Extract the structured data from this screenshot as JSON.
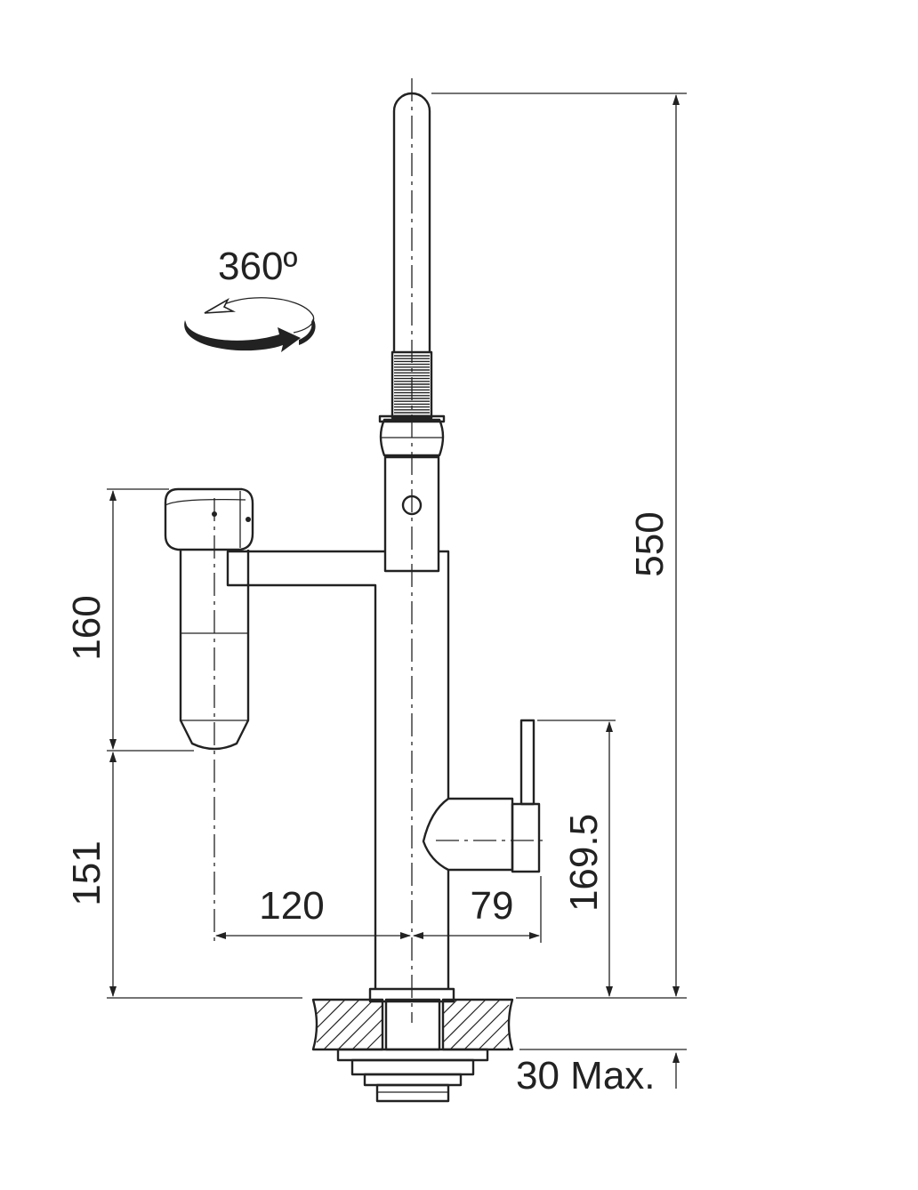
{
  "rotation": {
    "label": "360º",
    "icon": "rotate-arrow-icon"
  },
  "dimensions": {
    "total_height": "550",
    "side_spray_height": "160",
    "side_spray_clearance": "151",
    "side_spray_offset": "120",
    "lever_offset": "79",
    "lever_height": "169.5",
    "deck_thickness": "30 Max."
  }
}
